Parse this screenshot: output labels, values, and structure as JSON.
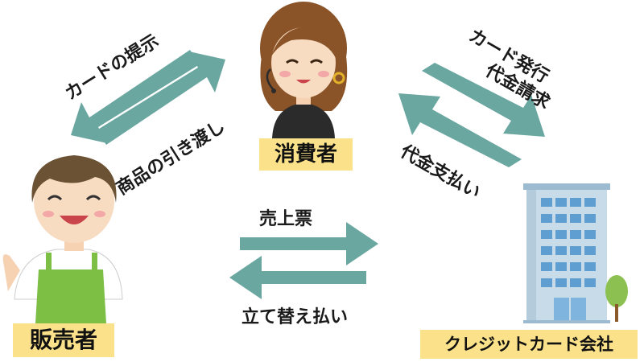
{
  "actors": {
    "consumer": "消費者",
    "seller": "販売者",
    "card_company": "クレジットカード会社"
  },
  "flows": {
    "card_present": "カードの提示",
    "goods_handover": "商品の引き渡し",
    "card_issue": "カード発行",
    "billing": "代金請求",
    "payment": "代金支払い",
    "sales_slip": "売上票",
    "advance_payment": "立て替え払い"
  },
  "colors": {
    "arrow": "#6aa7a1",
    "tag": "#fbe28a"
  },
  "icons": {
    "consumer": "woman-with-headset-icon",
    "seller": "shop-clerk-icon",
    "card_company": "office-building-icon"
  }
}
